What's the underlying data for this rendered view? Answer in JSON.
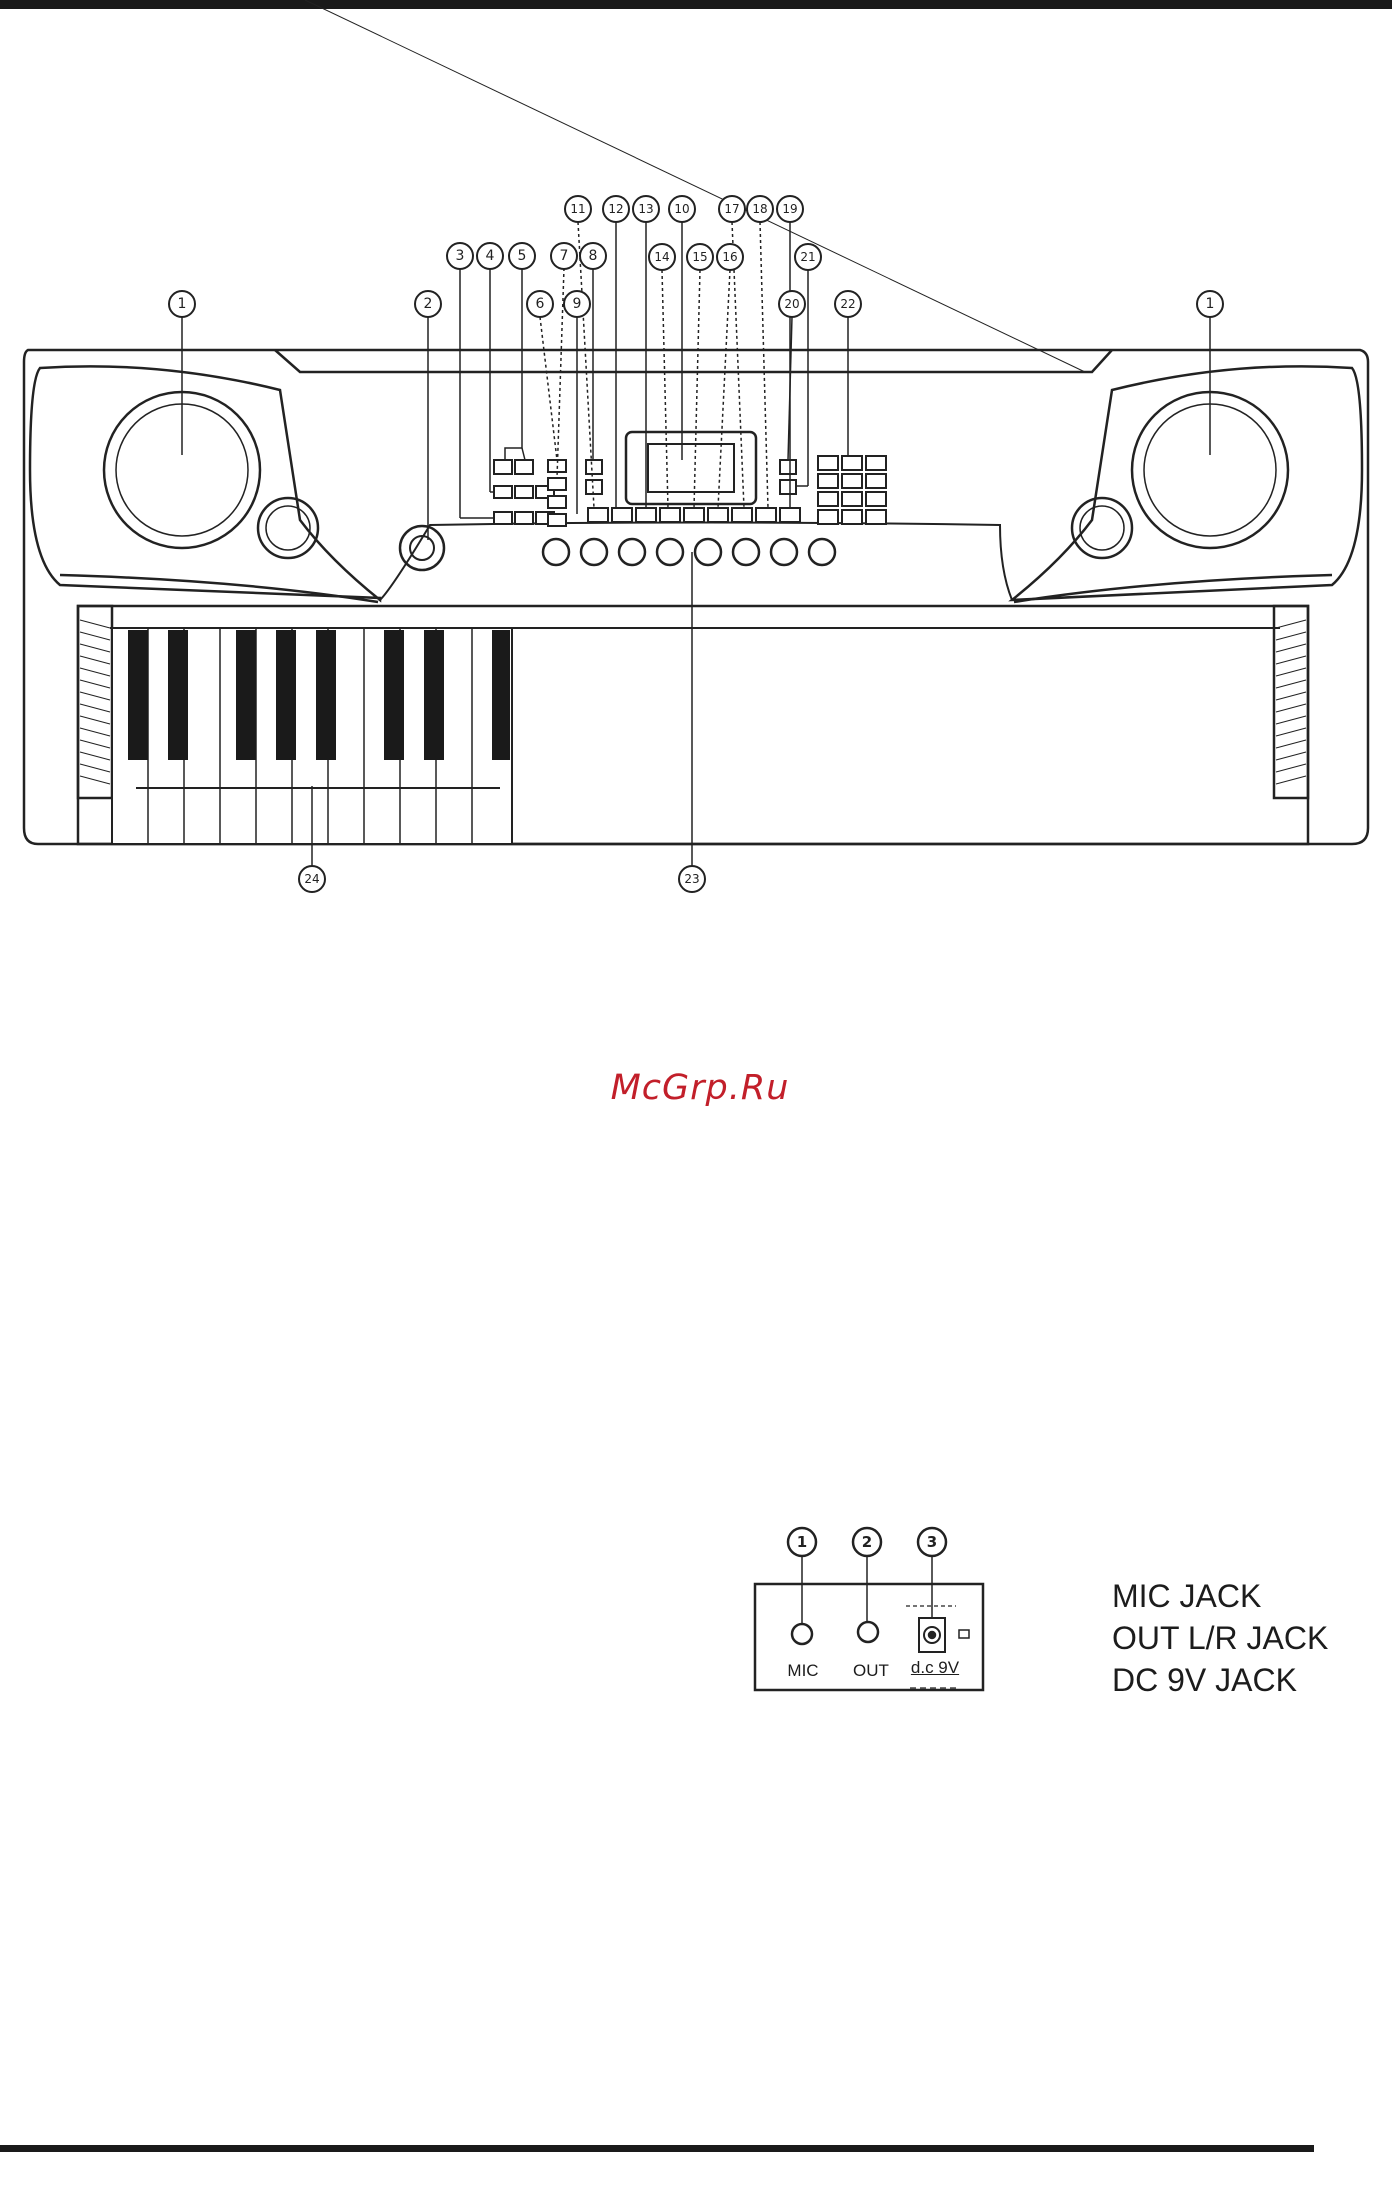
{
  "keyboard_callouts": [
    "1",
    "2",
    "3",
    "4",
    "5",
    "6",
    "7",
    "8",
    "9",
    "10",
    "11",
    "12",
    "13",
    "14",
    "15",
    "16",
    "17",
    "18",
    "19",
    "20",
    "21",
    "22",
    "23",
    "24",
    "1"
  ],
  "watermark": "McGrp.Ru",
  "jack_panel": {
    "callouts": [
      "1",
      "2",
      "3"
    ],
    "labels": [
      "MIC",
      "OUT",
      "d.c 9V"
    ]
  },
  "legend": [
    "MIC JACK",
    "OUT L/R JACK",
    "DC 9V JACK"
  ]
}
